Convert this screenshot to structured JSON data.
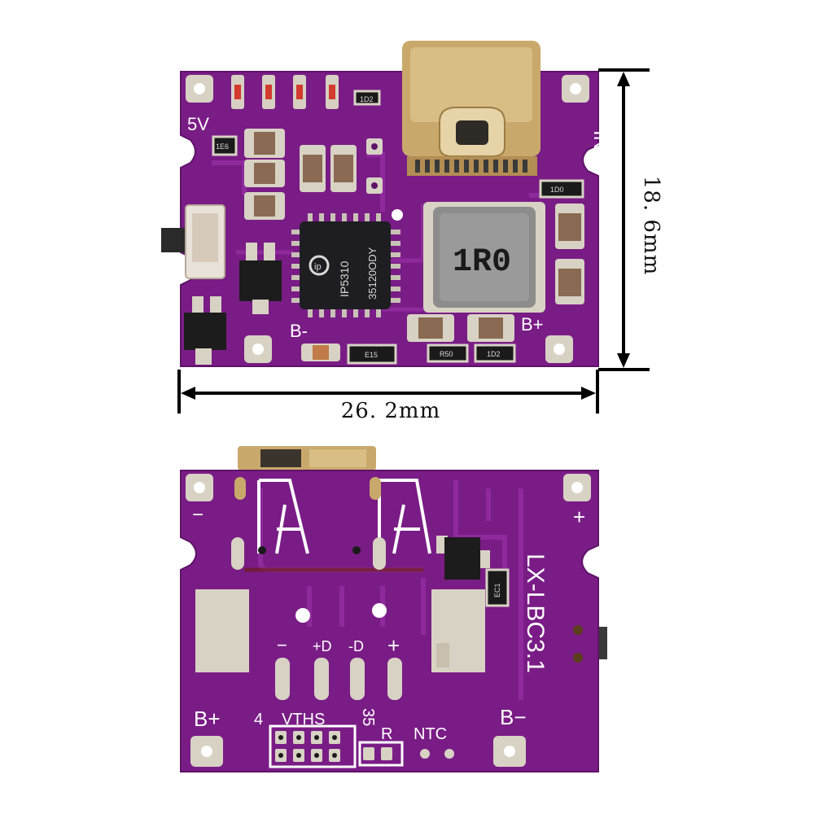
{
  "dimensions": {
    "width_label": "26. 2mm",
    "height_label": "18. 6mm"
  },
  "top_board": {
    "silkscreen": {
      "five_v": "5V",
      "in_label": "IN-",
      "b_minus": "B-",
      "b_plus": "B+"
    },
    "main_chip": {
      "brand": "ip",
      "model": "IP5310",
      "lot": "35120ODY"
    },
    "inductor_marking": "1R0",
    "small_codes": [
      "1D2",
      "1E6",
      "1D0",
      "E15",
      "R50",
      "1D2"
    ],
    "usb_connector": "type-c-port",
    "colors": {
      "pcb": "#7a1c86",
      "pcb_dark": "#5e1368",
      "pad": "#d8d2c4",
      "inductor": "#8c8c8c"
    }
  },
  "bottom_board": {
    "silkscreen": {
      "minus_left": "−",
      "plus_right": "+",
      "model": "LX-LBC3.1",
      "pad_minus": "−",
      "pad_d_plus": "+D",
      "pad_d_minus": "-D",
      "pad_plus": "+",
      "b_plus": "B+",
      "b_minus": "B−",
      "four": "4",
      "vths": "VTHS",
      "thirtyfive": "35",
      "r_label": "R",
      "ntc": "NTC",
      "ec_code": "EC1"
    }
  }
}
